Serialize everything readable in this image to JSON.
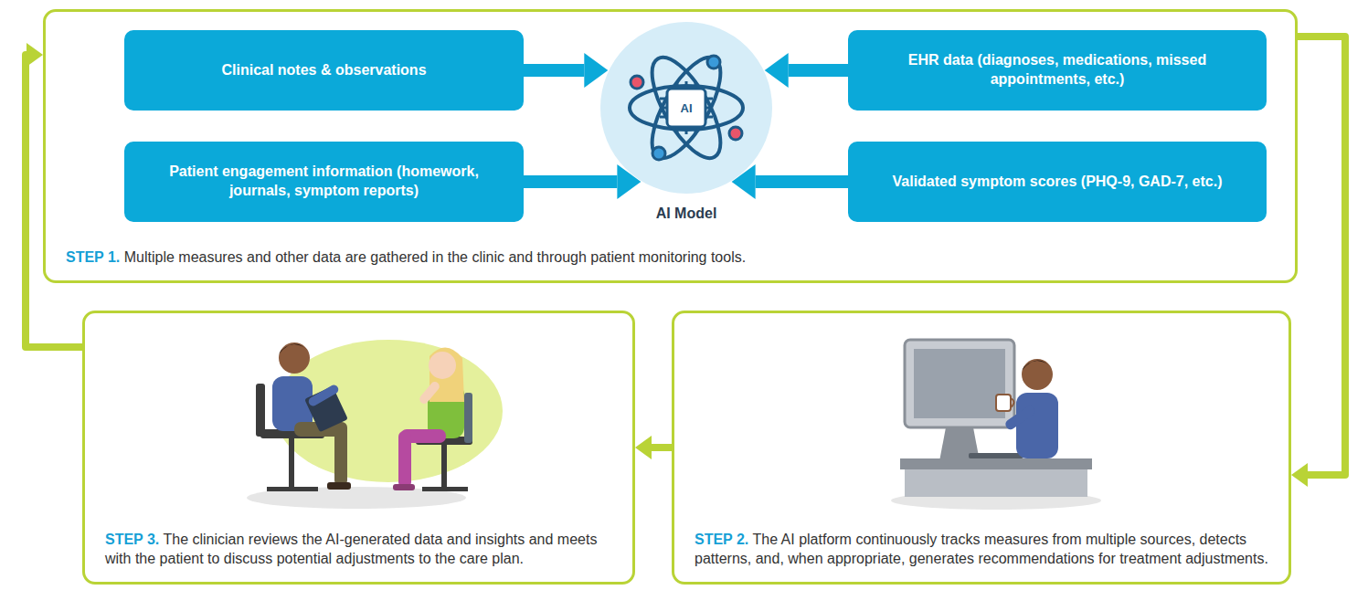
{
  "diagram": {
    "nodes": [
      {
        "text": [
          "STEP 1.",
          "Multiple measures and other data are gathered in the clinic and through patient monitoring tools."
        ]
      },
      {
        "text": [
          "Clinical notes & observations"
        ],
        "in": 0
      },
      {
        "text": [
          "Patient engagement information (homework, journals, symptom reports)"
        ],
        "in": 0
      },
      {
        "text": [
          "AI",
          "AI Model"
        ],
        "in": 0
      },
      {
        "text": [
          "EHR data (diagnoses, medications, missed appointments, etc.)"
        ],
        "in": 0
      },
      {
        "text": [
          "Validated symptom scores (PHQ-9, GAD-7, etc.)"
        ],
        "in": 0
      },
      {
        "text": [
          "STEP 3.",
          "The clinician reviews the AI-generated data and insights and meets with the patient to discuss potential adjustments to the care plan."
        ]
      },
      {
        "text": [
          "STEP 2.",
          "The AI platform continuously tracks measures from multiple sources, detects patterns, and, when appropriate, generates recommendations for treatment adjustments."
        ]
      }
    ],
    "edges": [
      {
        "from": 1,
        "to": 3,
        "arrow": "to"
      },
      {
        "from": 2,
        "to": 3,
        "arrow": "to"
      },
      {
        "from": 4,
        "to": 3,
        "arrow": "to"
      },
      {
        "from": 5,
        "to": 3,
        "arrow": "to"
      },
      {
        "from": 0,
        "to": 7,
        "arrow": "to"
      },
      {
        "from": 7,
        "to": 6,
        "arrow": "to"
      },
      {
        "from": 6,
        "to": 0,
        "arrow": "to"
      }
    ]
  }
}
